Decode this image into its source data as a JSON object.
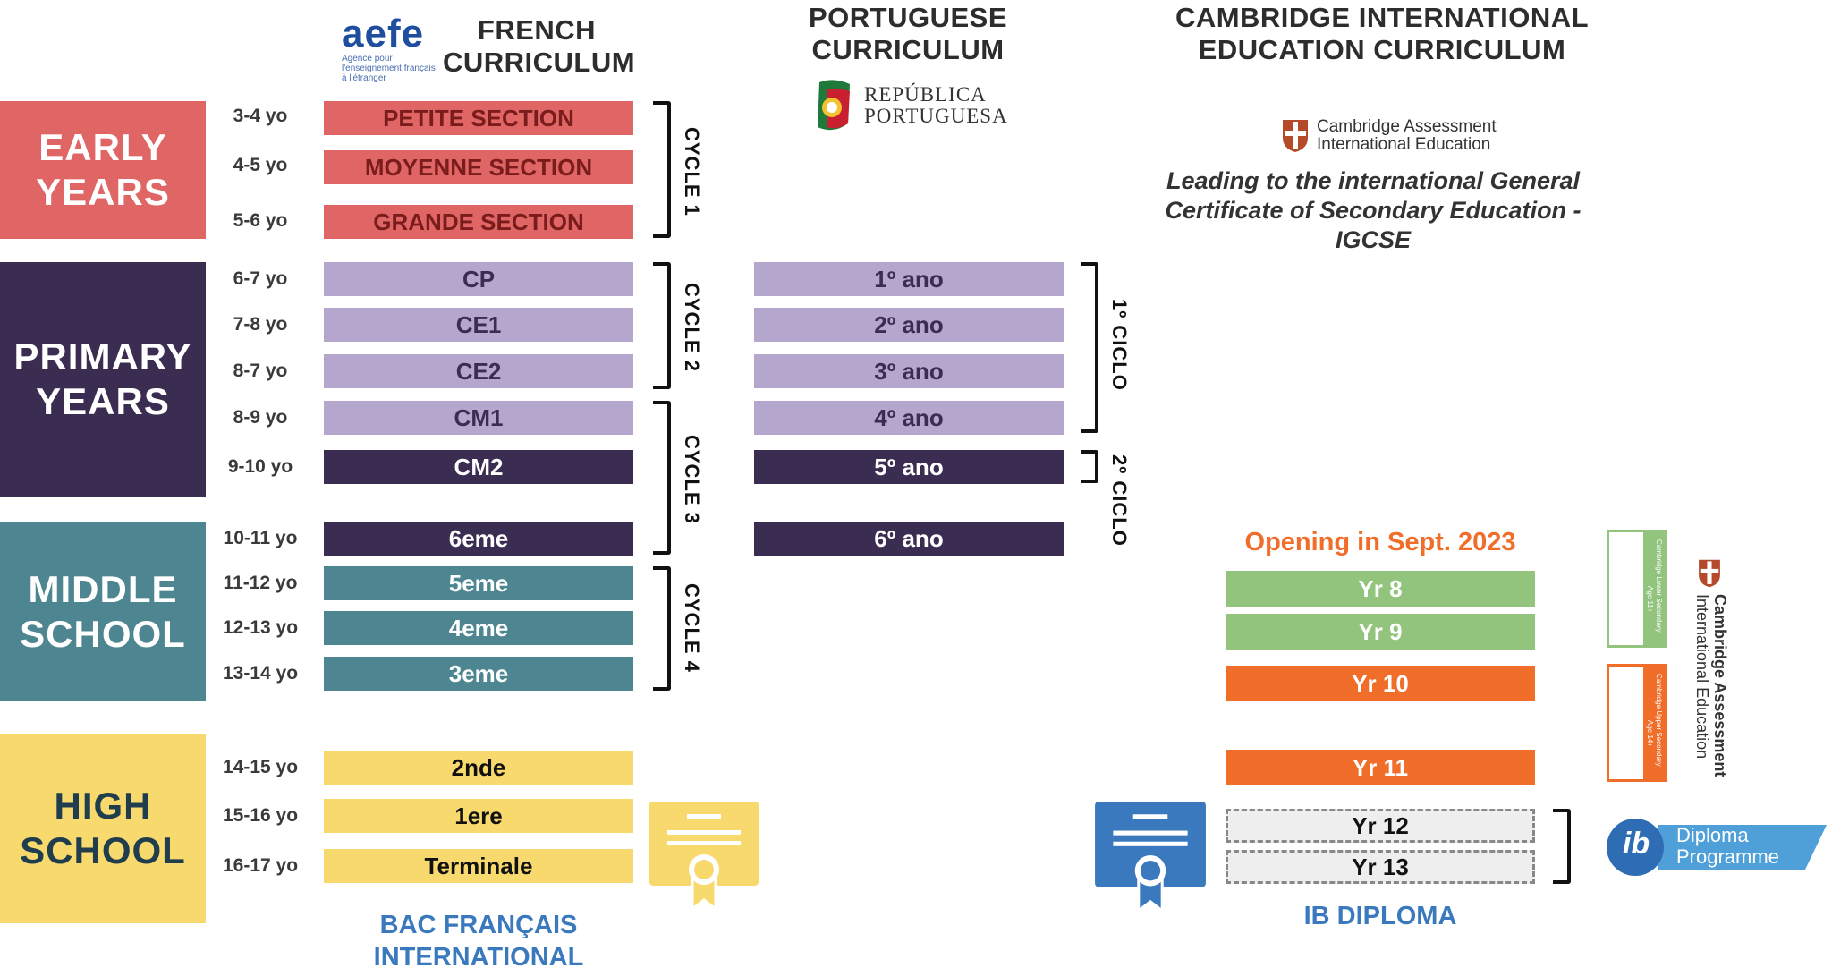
{
  "headers": {
    "french": "FRENCH\nCURRICULUM",
    "portuguese": "PORTUGUESE\nCURRICULUM",
    "cambridge": "CAMBRIDGE INTERNATIONAL\nEDUCATION CURRICULUM"
  },
  "logos": {
    "aefe_big": "aefe",
    "aefe_small_1": "Agence pour",
    "aefe_small_2": "l'enseignement français",
    "aefe_small_3": "à l'étranger",
    "republica_1": "REPÚBLICA",
    "republica_2": "PORTUGUESA",
    "cambridge_1": "Cambridge Assessment",
    "cambridge_2": "International Education",
    "ib_1": "Diploma",
    "ib_2": "Programme",
    "ib_mark": "ib"
  },
  "cambridge_note": "Leading to the international General Certificate of Secondary Education - IGCSE",
  "stages": {
    "early": [
      "EARLY",
      "YEARS"
    ],
    "primary": [
      "PRIMARY",
      "YEARS"
    ],
    "middle": [
      "MIDDLE",
      "SCHOOL"
    ],
    "high": [
      "HIGH",
      "SCHOOL"
    ]
  },
  "ages": [
    "3-4 yo",
    "4-5 yo",
    "5-6 yo",
    "6-7 yo",
    "7-8 yo",
    "8-7 yo",
    "8-9 yo",
    "9-10 yo",
    "10-11 yo",
    "11-12 yo",
    "12-13 yo",
    "13-14 yo",
    "14-15 yo",
    "15-16 yo",
    "16-17 yo"
  ],
  "french_levels": [
    "PETITE SECTION",
    "MOYENNE SECTION",
    "GRANDE SECTION",
    "CP",
    "CE1",
    "CE2",
    "CM1",
    "CM2",
    "6eme",
    "5eme",
    "4eme",
    "3eme",
    "2nde",
    "1ere",
    "Terminale"
  ],
  "french_cycles": [
    "CYCLE 1",
    "CYCLE 2",
    "CYCLE 3",
    "CYCLE 4"
  ],
  "portuguese_levels": [
    "1º ano",
    "2º ano",
    "3º ano",
    "4º ano",
    "5º ano",
    "6º ano"
  ],
  "portuguese_cycles": [
    "1º CICLO",
    "2º CICLO"
  ],
  "cambridge_opening": "Opening in Sept. 2023",
  "cambridge_levels": [
    "Yr 8",
    "Yr 9",
    "Yr 10",
    "Yr 11",
    "Yr 12",
    "Yr 13"
  ],
  "cambridge_side": {
    "lower_title": "Cambridge Lower Secondary",
    "lower_age": "Age 11+",
    "upper_title": "Cambridge Upper Secondary",
    "upper_age": "Age 14+"
  },
  "certificates": {
    "bac": "BAC FRANÇAIS\nINTERNATIONAL",
    "ib": "IB DIPLOMA"
  },
  "colors": {
    "early": "#e06666",
    "early_text": "#7a1c1c",
    "primary": "#3b2d52",
    "primary_light": "#b4a6cc",
    "middle": "#4d8591",
    "high": "#f8d96e",
    "high_text": "#1f3d4d",
    "cambridge_green": "#93c47d",
    "cambridge_orange": "#f06d2a",
    "bac_yellow": "#f8d96e",
    "ib_blue": "#3a79bd"
  }
}
